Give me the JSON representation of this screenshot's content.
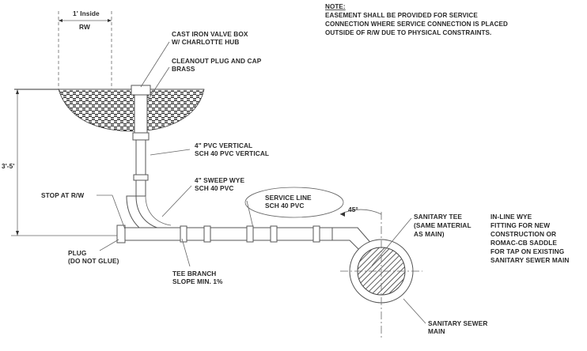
{
  "dimensions": {
    "row_width_top": "1' Inside",
    "row_width_bottom": "RW",
    "depth": "3'-5'",
    "angle": "45°"
  },
  "note": {
    "heading": "NOTE:",
    "lines": [
      "EASEMENT SHALL BE PROVIDED FOR SERVICE",
      "CONNECTION WHERE SERVICE CONNECTION IS PLACED",
      "OUTSIDE OF R/W DUE TO PHYSICAL CONSTRAINTS."
    ]
  },
  "labels": {
    "valve_box": [
      "CAST IRON VALVE BOX",
      "W/ CHARLOTTE HUB"
    ],
    "cleanout": [
      "CLEANOUT PLUG AND CAP",
      "BRASS"
    ],
    "pvc_vertical": [
      "4\" PVC VERTICAL",
      "SCH 40  PVC VERTICAL"
    ],
    "sweep_wye": [
      "4\" SWEEP WYE",
      "SCH 40  PVC"
    ],
    "stop": [
      "STOP AT R/W"
    ],
    "service_line": [
      "SERVICE LINE",
      "SCH 40  PVC"
    ],
    "sanitary_tee": [
      "SANITARY TEE",
      "(SAME MATERIAL",
      "AS MAIN)"
    ],
    "inline_wye": [
      "IN-LINE WYE",
      "FITTING FOR NEW",
      "CONSTRUCTION OR",
      "ROMAC-CB SADDLE",
      "FOR TAP ON EXISTING",
      "SANITARY SEWER MAIN"
    ],
    "plug": [
      "PLUG",
      "(DO NOT GLUE)"
    ],
    "tee_branch": [
      "TEE BRANCH",
      "SLOPE MIN. 1%"
    ],
    "sewer_main": [
      "SANITARY SEWER",
      "MAIN"
    ]
  }
}
